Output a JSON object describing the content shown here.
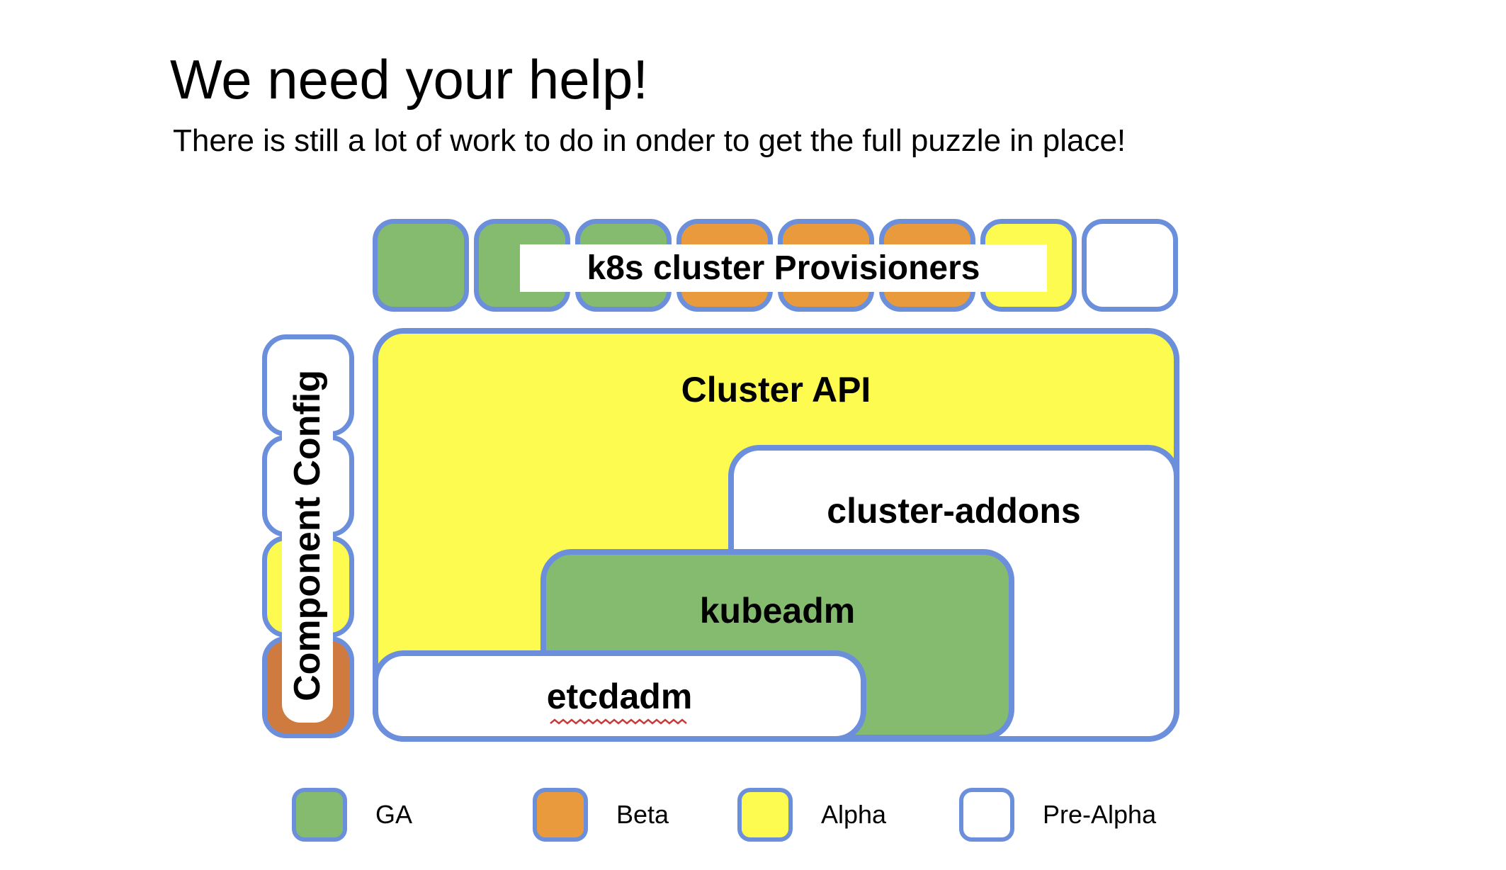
{
  "page": {
    "title": "We need your help!",
    "subtitle": "There is still a lot of work to do in onder to get the full puzzle in place!"
  },
  "colors": {
    "border": "#6c8fdc",
    "ga": "#85bb6e",
    "beta": "#e89a3c",
    "alpha": "#fdfb50",
    "prealpha": "#ffffff",
    "config_beta": "#cf7a3e",
    "squiggle": "#cc3b3b"
  },
  "provisioner_row": {
    "label": "k8s cluster Provisioners",
    "squares": [
      "ga",
      "ga",
      "ga",
      "beta",
      "beta",
      "beta",
      "alpha",
      "prealpha"
    ]
  },
  "component_config": {
    "label": "Component Config",
    "squares": [
      "prealpha",
      "prealpha",
      "alpha",
      "config_beta"
    ]
  },
  "boxes": {
    "cluster_api": "Cluster API",
    "cluster_addons": "cluster-addons",
    "kubeadm": "kubeadm",
    "etcdadm": "etcdadm"
  },
  "legend": {
    "items": [
      {
        "status": "ga",
        "label": "GA"
      },
      {
        "status": "beta",
        "label": "Beta"
      },
      {
        "status": "alpha",
        "label": "Alpha"
      },
      {
        "status": "prealpha",
        "label": "Pre-Alpha"
      }
    ]
  }
}
